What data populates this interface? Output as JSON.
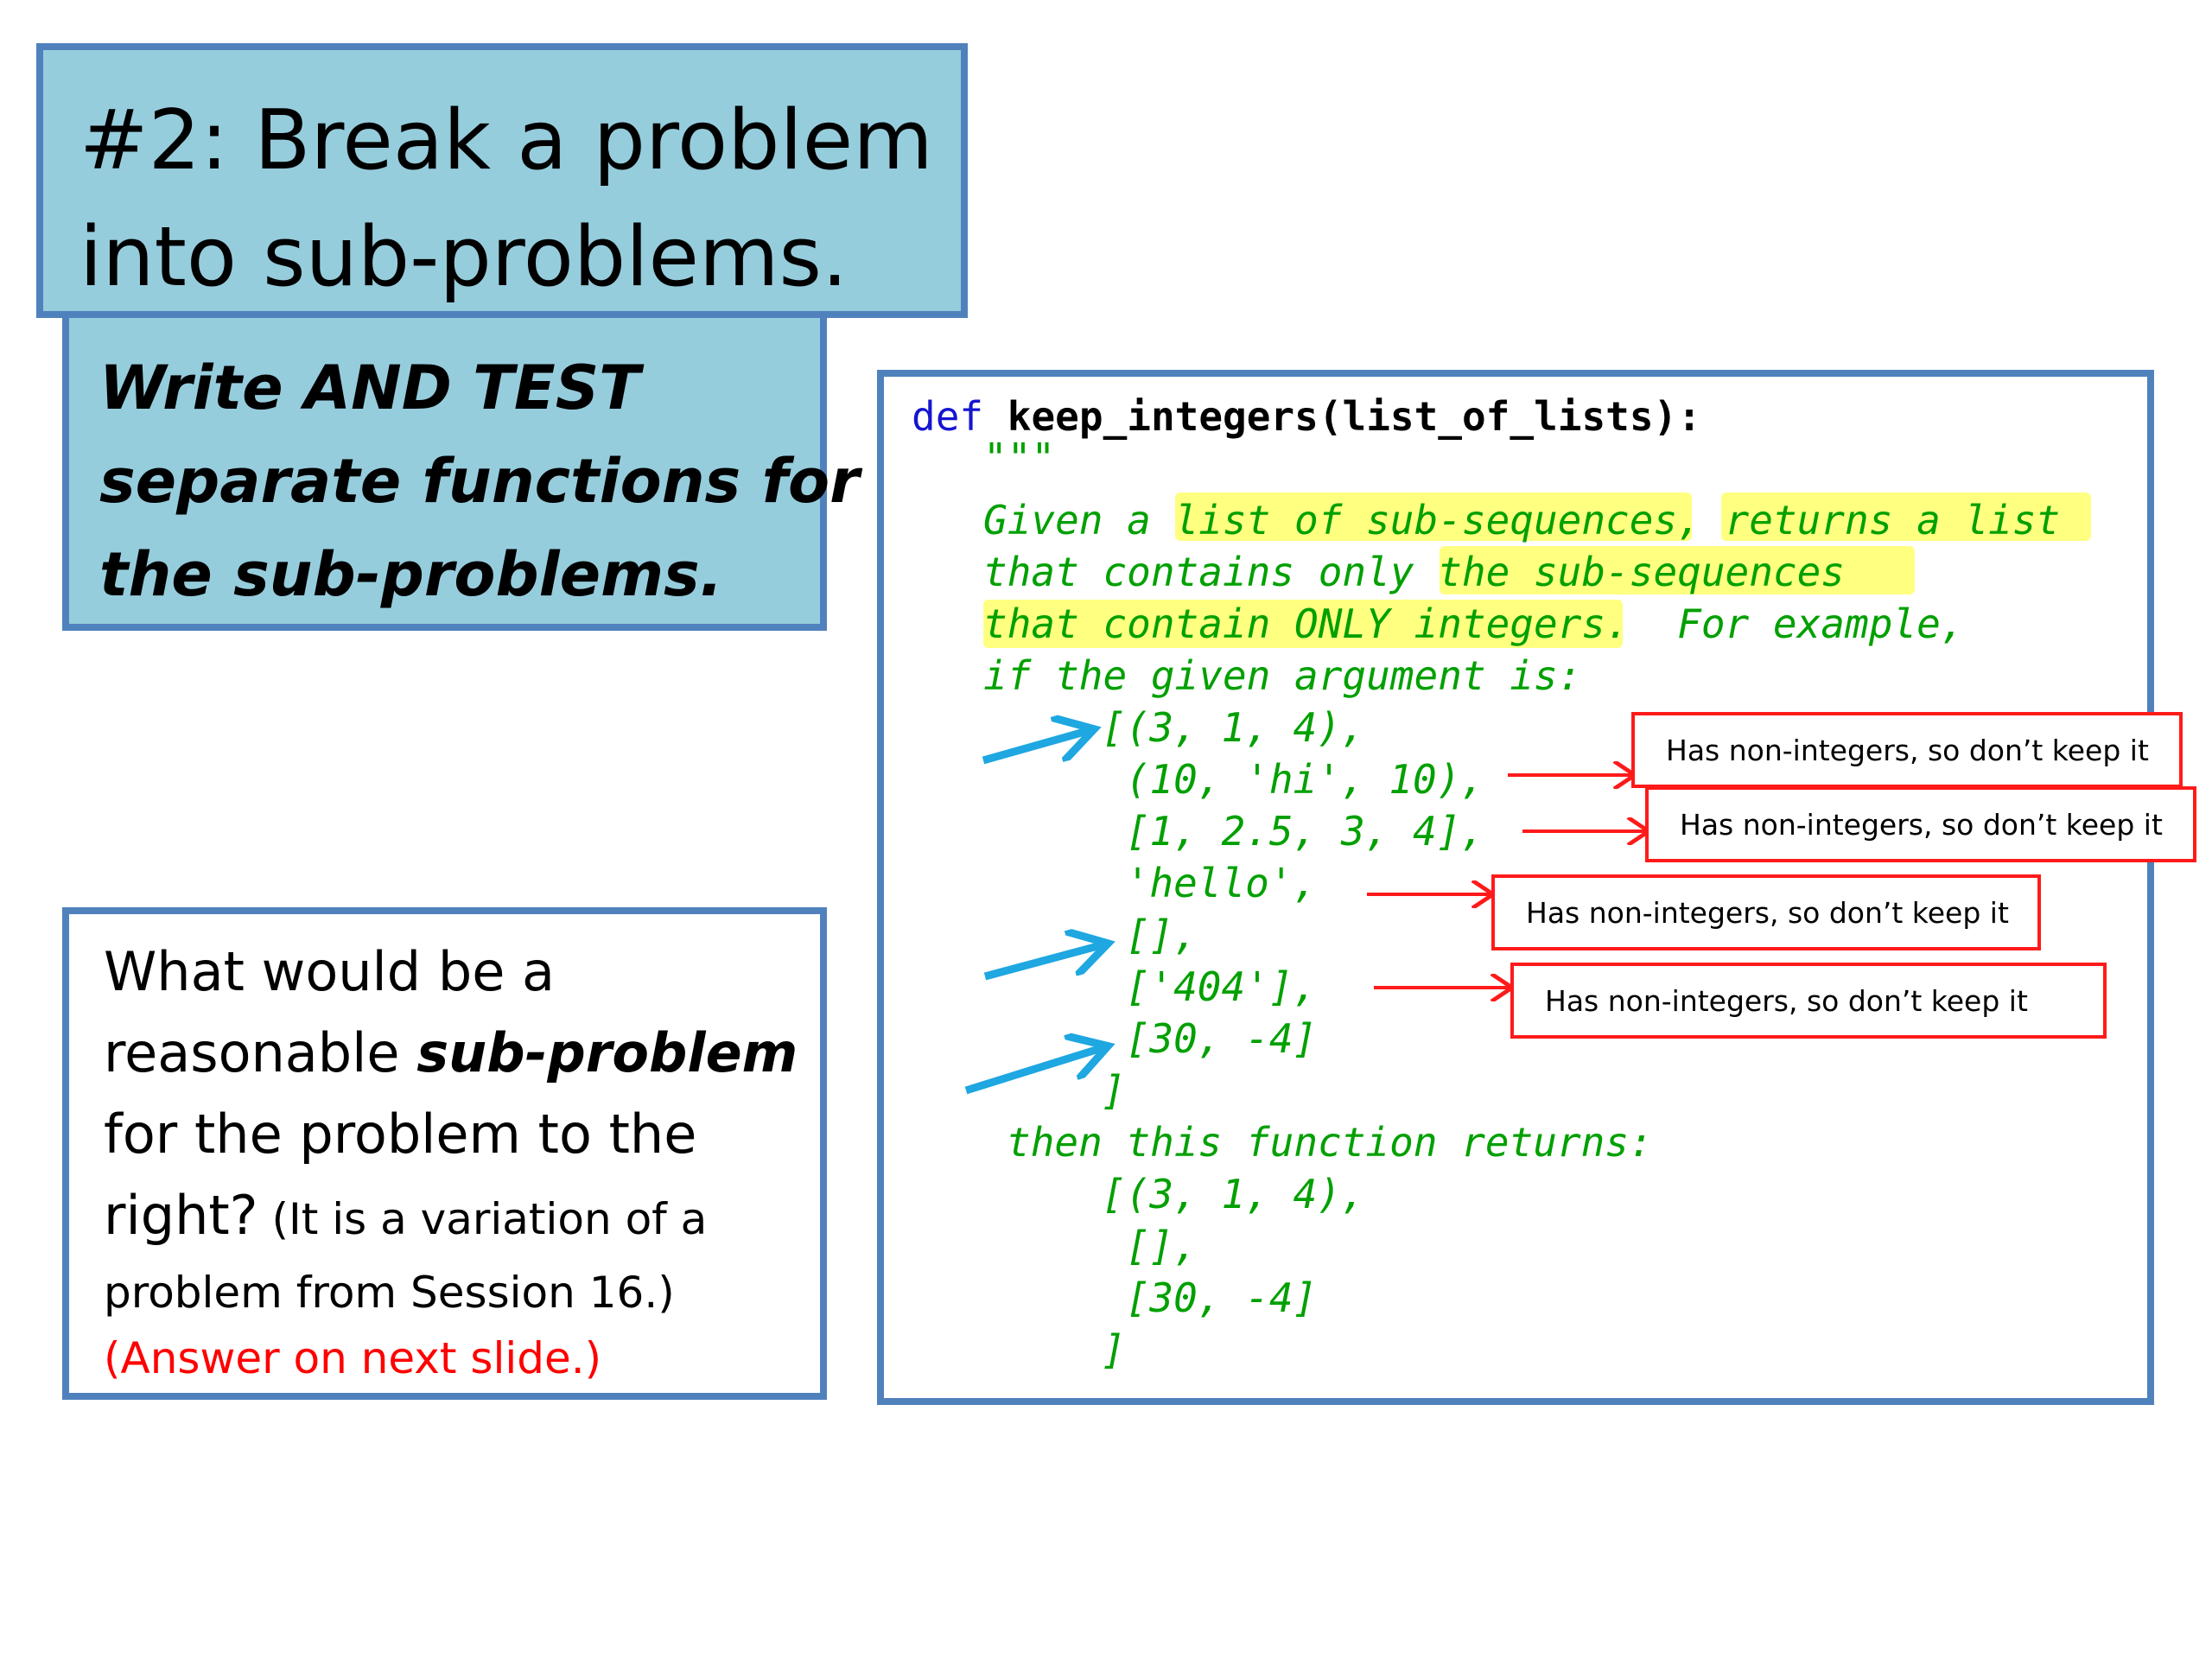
{
  "title": "#2:  Break a problem\ninto sub-problems.",
  "subtitle": "Write AND TEST separate functions for the sub-problems.",
  "question": {
    "line1": "What would be a",
    "line2_pre": "reasonable ",
    "line2_em": "sub-problem",
    "line3": "for the problem to the",
    "line4_big": "right?",
    "line4_small": "  (It is a variation of a",
    "line5": "problem from Session 16.)",
    "answer_note": "(Answer on next slide.)"
  },
  "code": {
    "keyword": "def",
    "signature": " keep_integers(list_of_lists):",
    "lines": [
      "\"\"\"",
      "Given a list of sub-sequences, returns a list",
      "that contains only the sub-sequences",
      "that contain ONLY integers.  For example,",
      "if the given argument is:",
      "[(3, 1, 4),",
      " (10, 'hi', 10),",
      " [1, 2.5, 3, 4],",
      " 'hello',",
      " [],",
      " ['404'],",
      " [30, -4]",
      "]",
      "then this function returns:",
      "[(3, 1, 4),",
      " [],",
      " [30, -4]",
      "]"
    ]
  },
  "callouts": [
    "Has non-integers, so don’t keep it",
    "Has non-integers, so don’t keep it",
    "Has non-integers, so don’t keep it",
    "Has non-integers, so don’t keep it"
  ],
  "colors": {
    "title_fill": "#96cddd",
    "border": "#4f81bd",
    "code_green": "#00a000",
    "keyword_blue": "#1515d0",
    "highlight": "#ffff55",
    "callout_red": "#ff1a1a",
    "arrow_blue": "#1ea7e1"
  }
}
